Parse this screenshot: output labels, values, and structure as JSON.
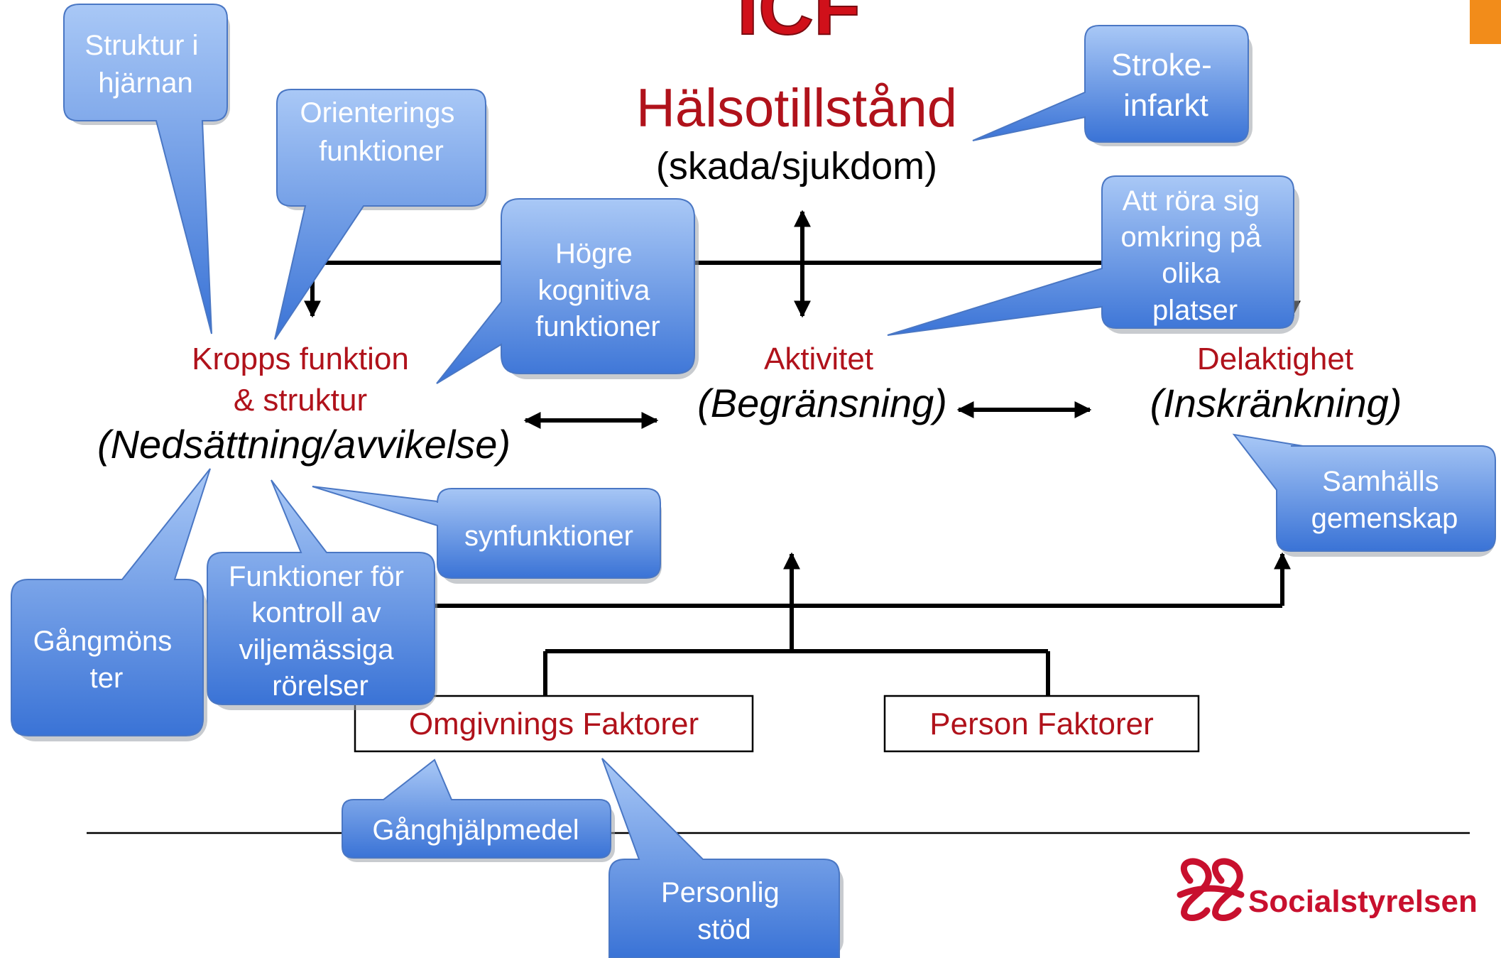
{
  "title": "ICF",
  "health": {
    "title": "Hälsotillstånd",
    "subtitle": "(skada/sjukdom)"
  },
  "body_function": {
    "line1": "Kropps funktion",
    "line2": "& struktur",
    "qualifier": "(Nedsättning/avvikelse)"
  },
  "activity": {
    "label": "Aktivitet",
    "qualifier": "(Begränsning)"
  },
  "participation": {
    "label": "Delaktighet",
    "qualifier": "(Inskränkning)"
  },
  "factors": {
    "environmental": "Omgivnings Faktorer",
    "personal": "Person Faktorer"
  },
  "callouts": {
    "brain_structure": [
      "Struktur i",
      "hjärnan"
    ],
    "orientation": [
      "Orienterings",
      "funktioner"
    ],
    "higher_cognitive": [
      "Högre",
      "kognitiva",
      "funktioner"
    ],
    "stroke": [
      "Stroke-",
      "infarkt"
    ],
    "moving_around": [
      "Att röra sig",
      "omkring på",
      "olika",
      "platser"
    ],
    "community": [
      "Samhälls",
      "gemenskap"
    ],
    "vision": [
      "synfunktioner"
    ],
    "movement_control": [
      "Funktioner för",
      "kontroll av",
      "viljemässiga",
      "rörelser"
    ],
    "gait": [
      "Gångmöns",
      "ter"
    ],
    "walking_aid": [
      "Gånghjälpmedel"
    ],
    "personal_support": [
      "Personlig",
      "stöd"
    ]
  },
  "logo": {
    "text": "Socialstyrelsen"
  },
  "colors": {
    "heading_red": "#b0121b",
    "callout_top": "#a9c8f6",
    "callout_bottom": "#3a73d6",
    "accent_orange": "#f28c1a"
  }
}
